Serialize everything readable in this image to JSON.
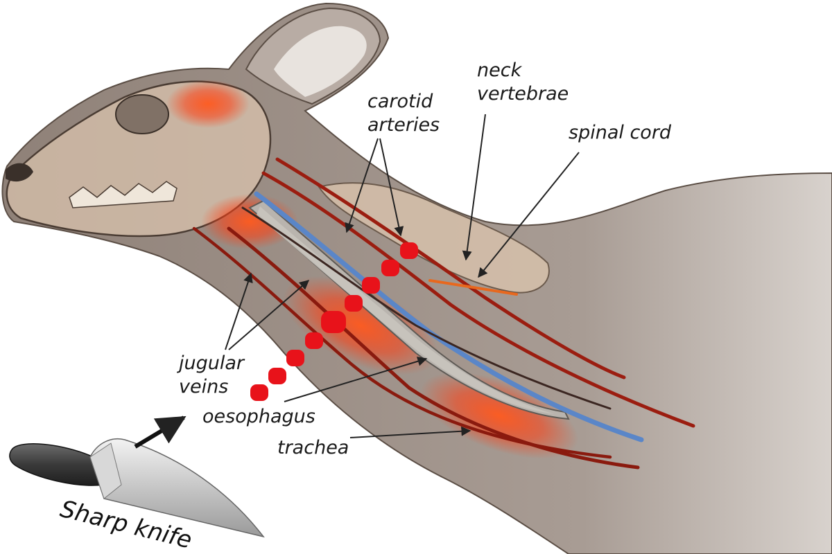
{
  "labels": {
    "neck_vertebrae": [
      "neck",
      "vertebrae"
    ],
    "carotid_arteries": [
      "carotid",
      "arteries"
    ],
    "spinal_cord": "spinal cord",
    "jugular_veins": [
      "jugular",
      "veins"
    ],
    "oesophagus": "oesophagus",
    "trachea": "trachea",
    "sharp_knife": "Sharp knife"
  },
  "colors": {
    "background": "#ffffff",
    "hide": "#9d8f84",
    "bone": "#d9c3ad",
    "artery": "#9b1d10",
    "vein": "#5a86c8",
    "glow": "#ff4a16",
    "cut_mark": "#e8121a",
    "leader": "#222222"
  }
}
